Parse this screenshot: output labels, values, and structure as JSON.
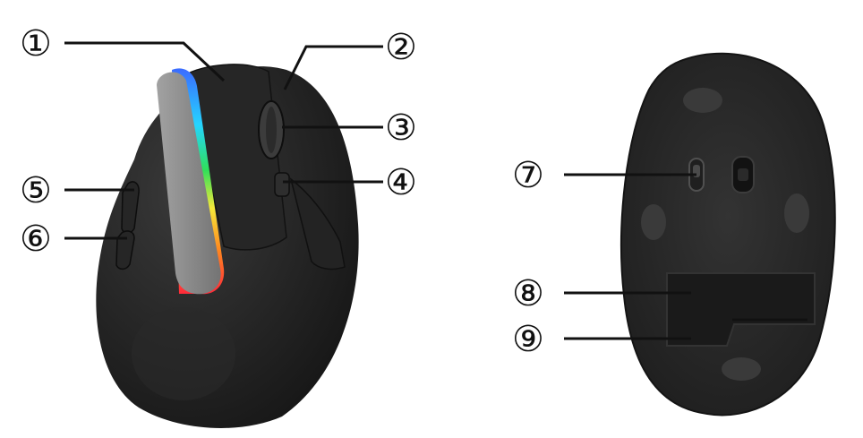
{
  "callouts": [
    {
      "id": "1",
      "label": "①"
    },
    {
      "id": "2",
      "label": "②"
    },
    {
      "id": "3",
      "label": "③"
    },
    {
      "id": "4",
      "label": "④"
    },
    {
      "id": "5",
      "label": "⑤"
    },
    {
      "id": "6",
      "label": "⑥"
    },
    {
      "id": "7",
      "label": "⑦"
    },
    {
      "id": "8",
      "label": "⑧"
    },
    {
      "id": "9",
      "label": "⑨"
    }
  ],
  "colors": {
    "mouse_body": "#1e1e1e",
    "bottom_plate": "#2a2a2a",
    "thumb_rest": "#8c8c8c",
    "leader_line": "#111111"
  }
}
